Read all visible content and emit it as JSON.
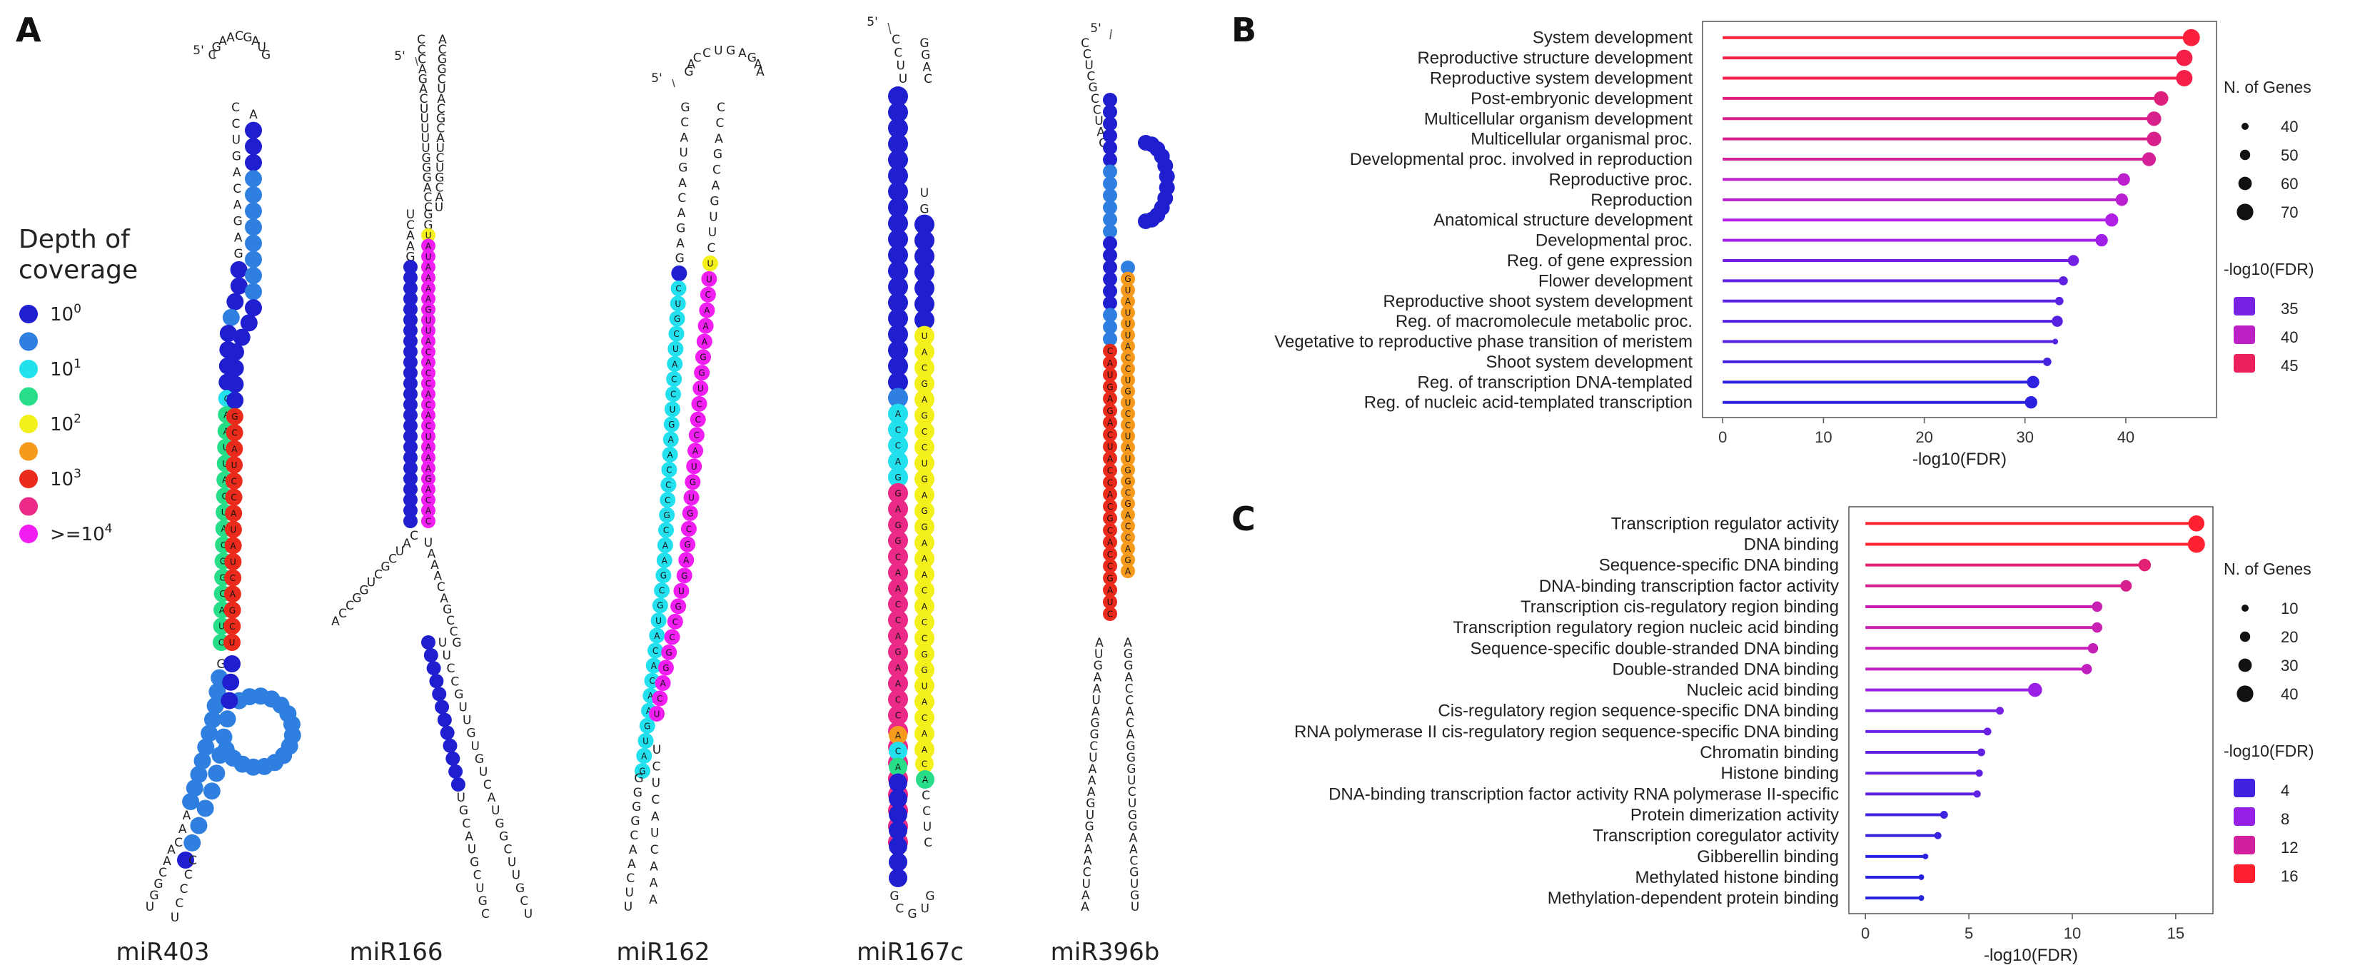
{
  "panel_a": {
    "label": "A",
    "legend": {
      "title_line1": "Depth of",
      "title_line2": "coverage",
      "items": [
        {
          "label": "10",
          "sup": "0",
          "color": "#1f1fcf"
        },
        {
          "label": "",
          "sup": "",
          "color": "#2f7fe0"
        },
        {
          "label": "10",
          "sup": "1",
          "color": "#22e0ee"
        },
        {
          "label": "",
          "sup": "",
          "color": "#28dd88"
        },
        {
          "label": "10",
          "sup": "2",
          "color": "#f4f01c"
        },
        {
          "label": "",
          "sup": "",
          "color": "#f59a1c"
        },
        {
          "label": "10",
          "sup": "3",
          "color": "#ea2a1a"
        },
        {
          "label": "",
          "sup": "",
          "color": "#ea2a86"
        },
        {
          "label": ">=10",
          "sup": "4",
          "color": "#f01ef0"
        }
      ]
    },
    "hairpins": [
      {
        "name": "miR403",
        "five_prime": "5'"
      },
      {
        "name": "miR166",
        "five_prime": "5'"
      },
      {
        "name": "miR162",
        "five_prime": "5'"
      },
      {
        "name": "miR167c",
        "five_prime": "5'"
      },
      {
        "name": "miR396b",
        "five_prime": "5'"
      }
    ]
  },
  "panel_b": {
    "label": "B",
    "chart_data": {
      "type": "lollipop",
      "categories": [
        "System development",
        "Reproductive structure development",
        "Reproductive system development",
        "Post-embryonic development",
        "Multicellular organism development",
        "Multicellular organismal proc.",
        "Developmental proc. involved in reproduction",
        "Reproductive proc.",
        "Reproduction",
        "Anatomical structure development",
        "Developmental proc.",
        "Reg. of gene expression",
        "Flower development",
        "Reproductive shoot system development",
        "Reg. of macromolecule metabolic proc.",
        "Vegetative to reproductive phase transition of meristem",
        "Shoot system development",
        "Reg. of transcription DNA-templated",
        "Reg. of nucleic acid-templated transcription"
      ],
      "values": [
        46.5,
        45.8,
        45.8,
        43.5,
        42.8,
        42.8,
        42.3,
        39.8,
        39.6,
        38.6,
        37.6,
        34.8,
        33.8,
        33.4,
        33.2,
        33.0,
        32.2,
        30.8,
        30.6
      ],
      "n_genes": [
        70,
        68,
        68,
        62,
        62,
        62,
        60,
        56,
        56,
        58,
        56,
        52,
        46,
        44,
        52,
        36,
        44,
        56,
        56
      ],
      "xlabel": "-log10(FDR)",
      "ylabel": "",
      "xlim": [
        -2,
        49
      ],
      "xticks": [
        0,
        10,
        20,
        30,
        40
      ],
      "size_legend": {
        "title": "N. of Genes",
        "values": [
          40,
          50,
          60,
          70
        ]
      },
      "color_legend": {
        "title": "-log10(FDR)",
        "values": [
          35,
          40,
          45
        ]
      },
      "color_range": [
        30,
        47
      ],
      "grid": false
    }
  },
  "panel_c": {
    "label": "C",
    "chart_data": {
      "type": "lollipop",
      "categories": [
        "Transcription regulator activity",
        "DNA binding",
        "Sequence-specific DNA binding",
        "DNA-binding transcription factor activity",
        "Transcription cis-regulatory region binding",
        "Transcription regulatory region nucleic acid binding",
        "Sequence-specific double-stranded DNA binding",
        "Double-stranded DNA binding",
        "Nucleic acid binding",
        "Cis-regulatory region sequence-specific DNA binding",
        "RNA polymerase II cis-regulatory region sequence-specific DNA binding",
        "Chromatin binding",
        "Histone binding",
        "DNA-binding transcription factor activity RNA polymerase II-specific",
        "Protein dimerization activity",
        "Transcription coregulator activity",
        "Gibberellin binding",
        "Methylated histone binding",
        "Methylation-dependent protein binding"
      ],
      "values": [
        16.0,
        16.0,
        13.5,
        12.6,
        11.2,
        11.2,
        11.0,
        10.7,
        8.2,
        6.5,
        5.9,
        5.6,
        5.5,
        5.4,
        3.8,
        3.5,
        2.9,
        2.7,
        2.7
      ],
      "n_genes": [
        44,
        48,
        30,
        26,
        22,
        22,
        22,
        22,
        36,
        12,
        12,
        12,
        10,
        10,
        12,
        10,
        4,
        4,
        4
      ],
      "xlabel": "-log10(FDR)",
      "ylabel": "",
      "xlim": [
        -0.8,
        16.8
      ],
      "xticks": [
        0,
        5,
        10,
        15
      ],
      "size_legend": {
        "title": "N. of Genes",
        "values": [
          10,
          20,
          30,
          40
        ]
      },
      "color_legend": {
        "title": "-log10(FDR)",
        "values": [
          4,
          8,
          12,
          16
        ]
      },
      "color_range": [
        2.5,
        16
      ],
      "grid": false
    }
  },
  "colors": {
    "low": "#2222dd",
    "mid": "#b020e8",
    "high": "#ff2030",
    "stem_seq": "#1f1fcf"
  }
}
